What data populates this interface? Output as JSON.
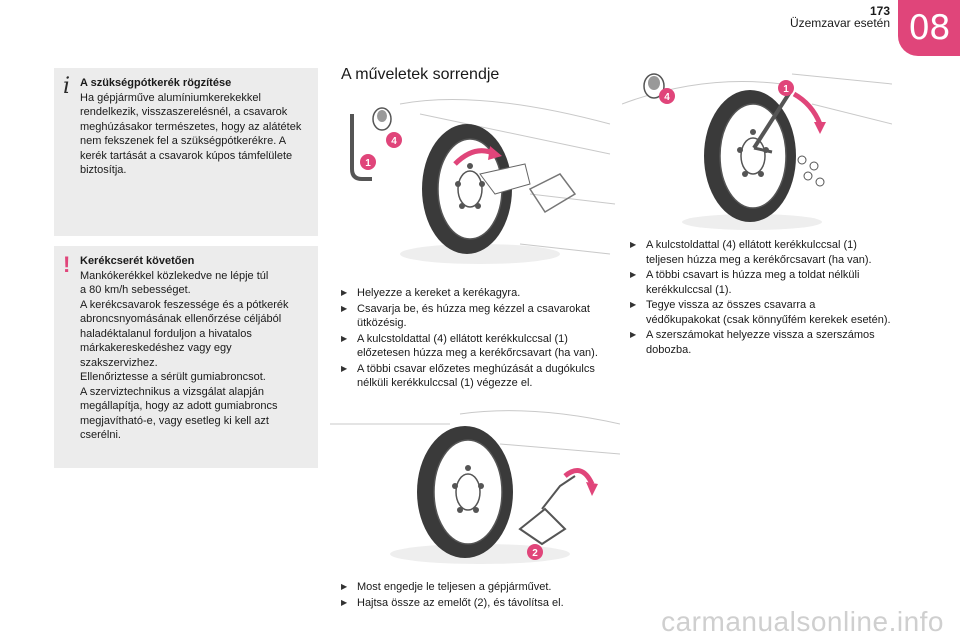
{
  "header": {
    "page_number": "173",
    "chapter_title": "Üzemzavar esetén",
    "chapter_number": "08"
  },
  "info_box": {
    "icon": "info-icon",
    "title": "A szükségpótkerék rögzítése",
    "body": "Ha gépjárműve alumíniumkerekekkel\nrendelkezik, visszaszerelésnél, a csavarok\nmeghúzásakor természetes, hogy az alátétek\nnem fekszenek fel a szükségpótkerékre. A\nkerék tartását a csavarok kúpos támfelülete\nbiztosítja."
  },
  "warning_box": {
    "icon": "warning-icon",
    "title": "Kerékcserét követően",
    "body": "Mankókerékkel közlekedve ne lépje túl\na 80 km/h sebességet.\nA kerékcsavarok feszessége és a pótkerék\nabroncsnyomásának ellenőrzése céljából\nhaladéktalanul forduljon a hivatalos\nmárkakereskedéshez vagy egy\nszakszervizhez.\nEllenőriztesse a sérült gumiabroncsot.\nA szerviztechnikus a vizsgálat alapján\nmegállapítja, hogy az adott gumiabroncs\nmegjavítható-e, vagy esetleg ki kell azt\ncserélni."
  },
  "section_title": "A műveletek sorrendje",
  "illustration_labels": {
    "wrench": "1",
    "jack": "2",
    "cap": "4"
  },
  "steps_a": [
    "Helyezze a kereket a kerékagyra.",
    "Csavarja be, és húzza meg kézzel a csavarokat ütközésig.",
    "A kulcstoldattal (4) ellátott kerékkulccsal (1) előzetesen húzza meg a kerékőrcsavart (ha van).",
    "A többi csavar előzetes meghúzását a dugókulcs nélküli kerékkulccsal (1) végezze el."
  ],
  "steps_b": [
    "Most engedje le teljesen a gépjárművet.",
    "Hajtsa össze az emelőt (2), és távolítsa el."
  ],
  "steps_c": [
    "A kulcstoldattal (4) ellátott kerékkulccsal (1) teljesen húzza meg a kerékőrcsavart (ha van).",
    "A többi csavart is húzza meg a toldat nélküli kerékkulccsal (1).",
    "Tegye vissza az összes csavarra a védőkupakokat (csak könnyűfém kerekek esetén).",
    "A szerszámokat helyezze vissza a szerszámos dobozba."
  ],
  "watermark": "carmanualsonline.info",
  "colors": {
    "accent": "#e0457a",
    "box_bg": "#ececec"
  }
}
